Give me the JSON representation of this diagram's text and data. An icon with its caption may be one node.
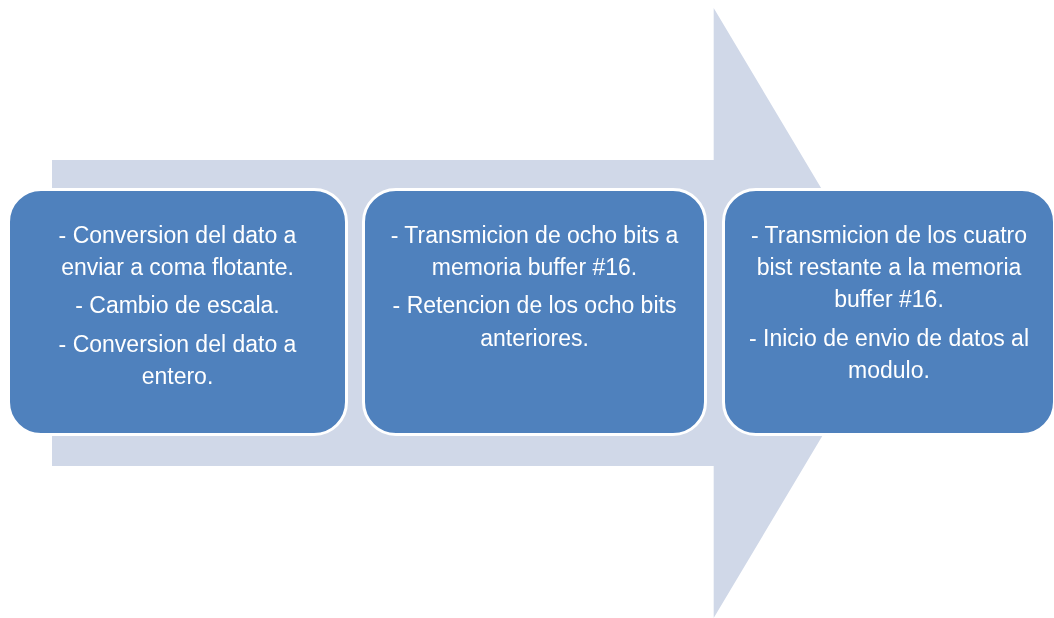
{
  "diagram": {
    "nodes": [
      {
        "text": [
          "- Conversion del dato a enviar a coma flotante.",
          "- Cambio de escala.",
          "- Conversion del dato a entero."
        ]
      },
      {
        "text": [
          "- Transmicion de ocho bits a memoria buffer #16.",
          "- Retencion de los ocho bits anteriores."
        ]
      },
      {
        "text": [
          "- Transmicion de los cuatro bist restante a la memoria buffer #16.",
          "- Inicio de envio de datos al modulo."
        ]
      }
    ],
    "edges": [
      {
        "from": 0,
        "to": 2,
        "arrow": "to"
      }
    ]
  }
}
